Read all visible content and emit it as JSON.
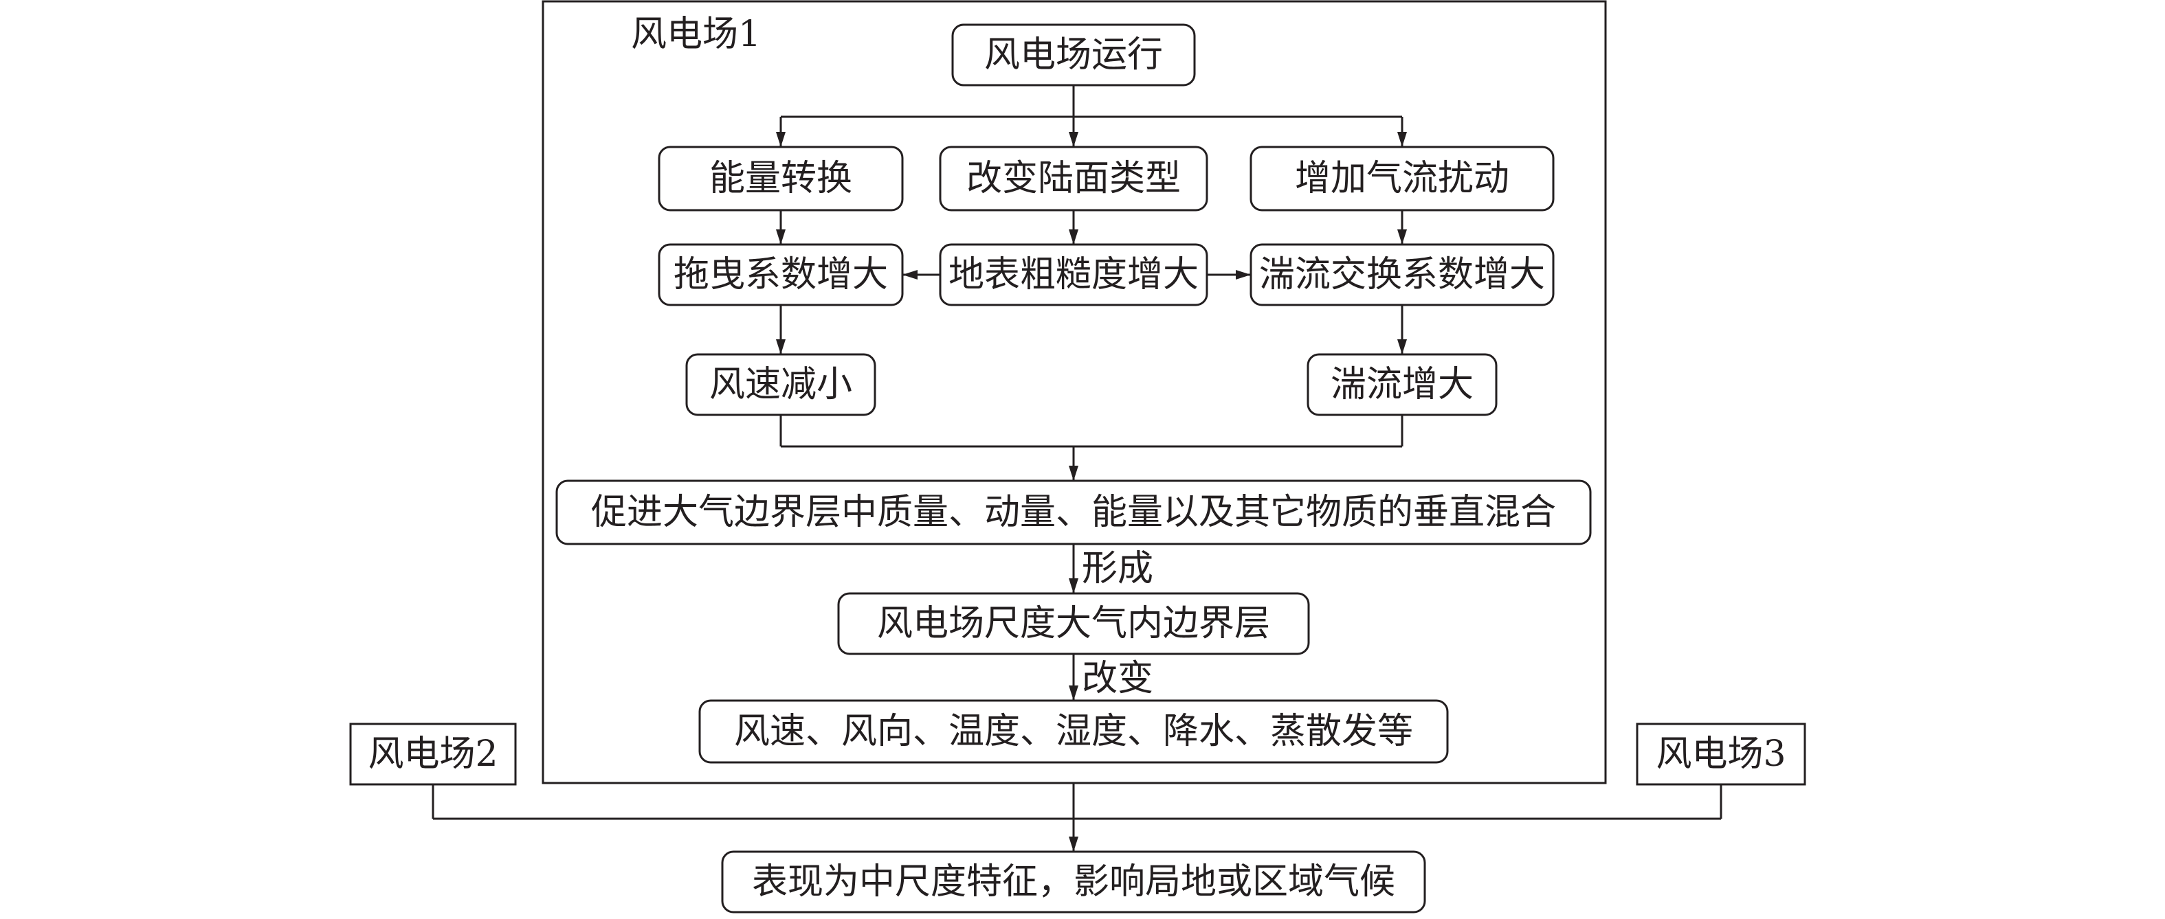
{
  "container_label": "风电场1",
  "nodes": {
    "run": "风电场运行",
    "energy_conversion": "能量转换",
    "land_surface": "改变陆面类型",
    "airflow": "增加气流扰动",
    "drag": "拖曳系数增大",
    "roughness": "地表粗糙度增大",
    "turb_exchange": "湍流交换系数增大",
    "wind_decrease": "风速减小",
    "turb_increase": "湍流增大",
    "mixing": "促进大气边界层中质量、动量、能量以及其它物质的垂直混合",
    "ibl": "风电场尺度大气内边界层",
    "variables": "风速、风向、温度、湿度、降水、蒸散发等",
    "wf2": "风电场2",
    "wf3": "风电场3",
    "result": "表现为中尺度特征，影响局地或区域气候"
  },
  "edge_labels": {
    "form": "形成",
    "change": "改变"
  },
  "colors": {
    "line": "#231f20",
    "text": "#231f20",
    "background": "#ffffff"
  }
}
